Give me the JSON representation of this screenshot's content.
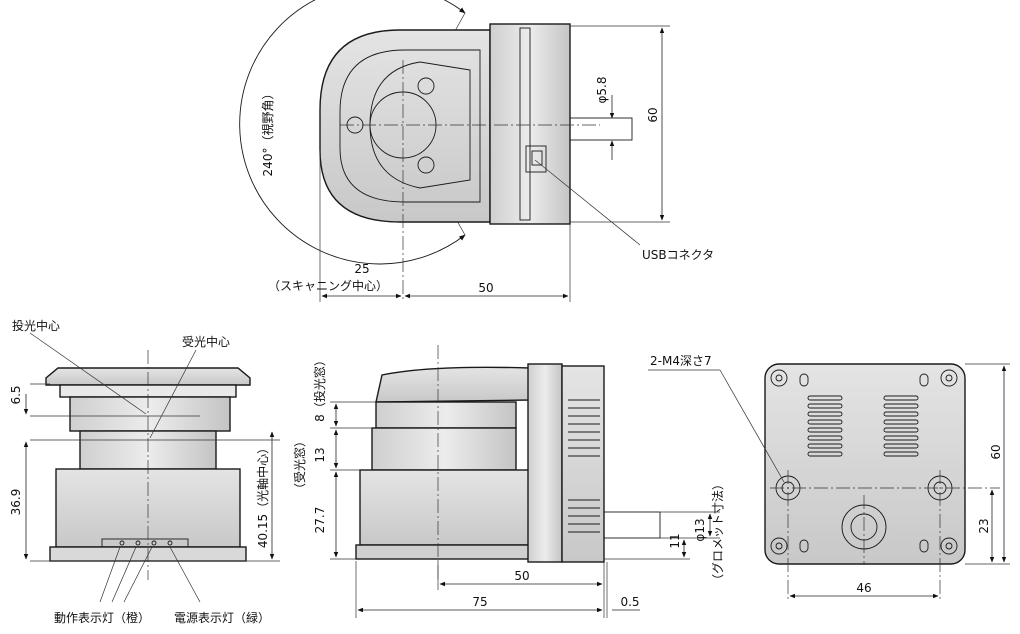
{
  "top_view": {
    "fov_label": "240°（視野角）",
    "dim_phi": "φ5.8",
    "dim_height": "60",
    "usb_label": "USBコネクタ",
    "dim_25": "25",
    "dim_25_note": "（スキャニング中心）",
    "dim_50": "50"
  },
  "front_view": {
    "emit_center": "投光中心",
    "recv_center": "受光中心",
    "dim_65": "6.5",
    "dim_369": "36.9",
    "dim_4015": "40.15（光軸中心）",
    "op_lamp": "動作表示灯（橙）",
    "power_lamp": "電源表示灯（緑）"
  },
  "side_view": {
    "dim_8": "8（投光窓）",
    "dim_13": "13",
    "recv_window": "（受光窓）",
    "dim_277": "27.7",
    "dim_50": "50",
    "dim_75": "75",
    "dim_05": "0.5",
    "dim_11": "11",
    "dim_phi13": "φ13",
    "grommet": "（グロメット寸法）"
  },
  "rear_view": {
    "screw_label": "2-M4深さ7",
    "dim_60": "60",
    "dim_23": "23",
    "dim_46": "46"
  }
}
